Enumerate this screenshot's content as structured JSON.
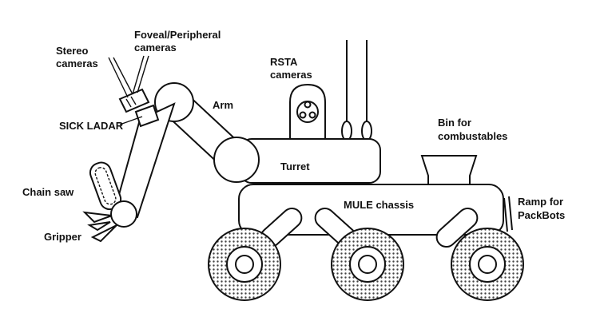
{
  "diagram": {
    "labels": {
      "stereo_cameras_l1": "Stereo",
      "stereo_cameras_l2": "cameras",
      "foveal_l1": "Foveal/Peripheral",
      "foveal_l2": "cameras",
      "rsta_l1": "RSTA",
      "rsta_l2": "cameras",
      "arm": "Arm",
      "sick_ladar": "SICK LADAR",
      "turret": "Turret",
      "bin_l1": "Bin for",
      "bin_l2": "combustables",
      "chain_saw": "Chain saw",
      "mule_chassis": "MULE chassis",
      "ramp_l1": "Ramp for",
      "ramp_l2": "PackBots",
      "gripper": "Gripper"
    },
    "colors": {
      "line": "#111111",
      "background": "#ffffff",
      "tire_dots": "#444444"
    }
  }
}
